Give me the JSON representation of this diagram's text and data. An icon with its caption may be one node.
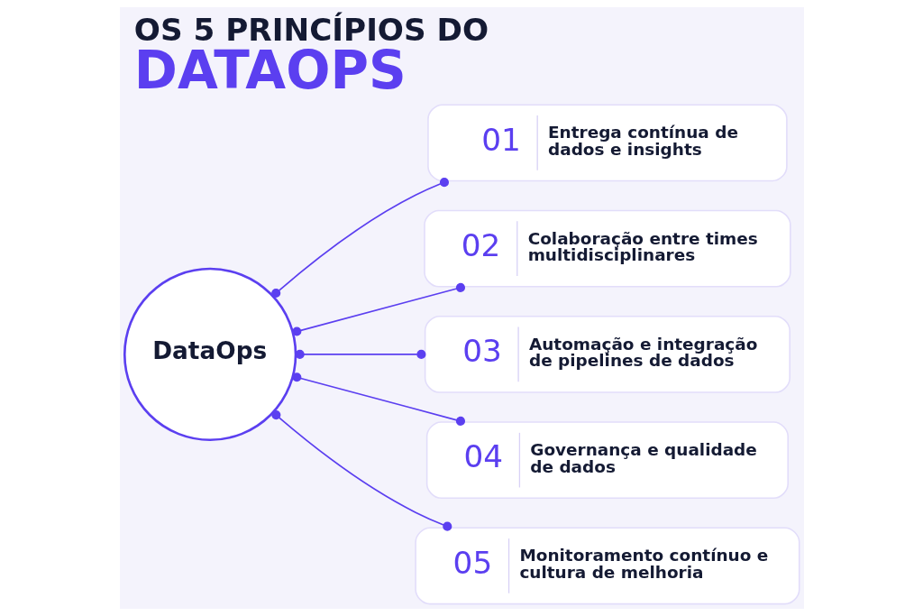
{
  "diagram": {
    "title": "OS 5 PRINCÍPIOS DO DATAOPS",
    "nodes": [
      {
        "text": [
          "DataOps"
        ]
      },
      {
        "text": [
          "01",
          "Entrega contínua de dados e insights"
        ]
      },
      {
        "text": [
          "02",
          "Colaboração entre times multidisciplinares"
        ]
      },
      {
        "text": [
          "03",
          "Automação e integração de pipelines de dados"
        ]
      },
      {
        "text": [
          "04",
          "Governança e qualidade de dados"
        ]
      },
      {
        "text": [
          "05",
          "Monitoramento contínuo e cultura de melhoria"
        ]
      }
    ],
    "edges": [
      {
        "from": 0,
        "to": 1,
        "arrow": "other"
      },
      {
        "from": 0,
        "to": 2,
        "arrow": "other"
      },
      {
        "from": 0,
        "to": 3,
        "arrow": "other"
      },
      {
        "from": 0,
        "to": 4,
        "arrow": "other"
      },
      {
        "from": 0,
        "to": 5,
        "arrow": "other"
      }
    ]
  }
}
